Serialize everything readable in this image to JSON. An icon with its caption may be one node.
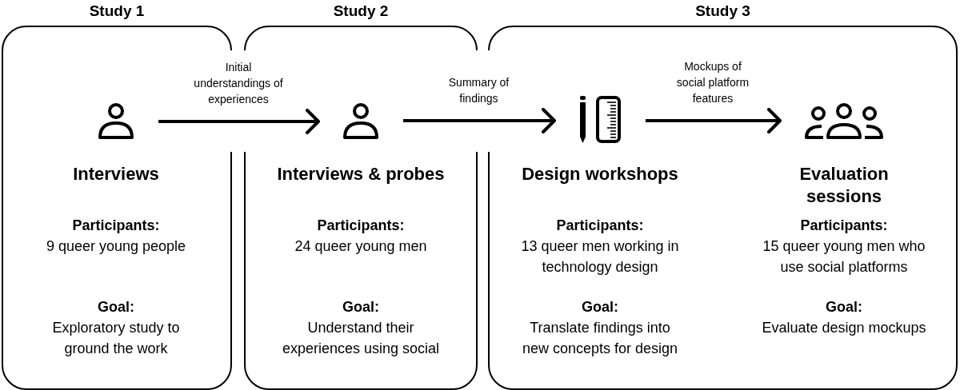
{
  "diagram": {
    "nodes": [
      {
        "text": [
          "Study 1"
        ]
      },
      {
        "text": [],
        "shape": "picture",
        "in": 0,
        "beside": [
          "Interviews",
          "Participants:",
          "9 queer young people",
          "Goal:",
          "Exploratory study to ground the work"
        ]
      },
      {
        "text": [
          "Study 2"
        ]
      },
      {
        "text": [],
        "shape": "picture",
        "in": 2,
        "beside": [
          "Interviews & probes",
          "Participants:",
          "24 queer young men",
          "Goal:",
          "Understand their experiences using social"
        ]
      },
      {
        "text": [
          "Study 3"
        ]
      },
      {
        "text": [],
        "shape": "picture",
        "in": 4,
        "beside": [
          "Design workshops",
          "Participants:",
          "13 queer men working in technology design",
          "Goal:",
          "Translate findings into new concepts for design"
        ]
      },
      {
        "text": [],
        "shape": "picture",
        "in": 4,
        "beside": [
          "Evaluation sessions",
          "Participants:",
          "15 queer young men who use social platforms",
          "Goal:",
          "Evaluate design mockups"
        ]
      }
    ],
    "edges": [
      {
        "from": 1,
        "to": 3,
        "arrow": "to",
        "label": "Initial understandings of experiences"
      },
      {
        "from": 3,
        "to": 5,
        "arrow": "to",
        "label": "Summary of findings"
      },
      {
        "from": 5,
        "to": 6,
        "arrow": "to",
        "label": "Mockups of social platform features"
      }
    ]
  }
}
